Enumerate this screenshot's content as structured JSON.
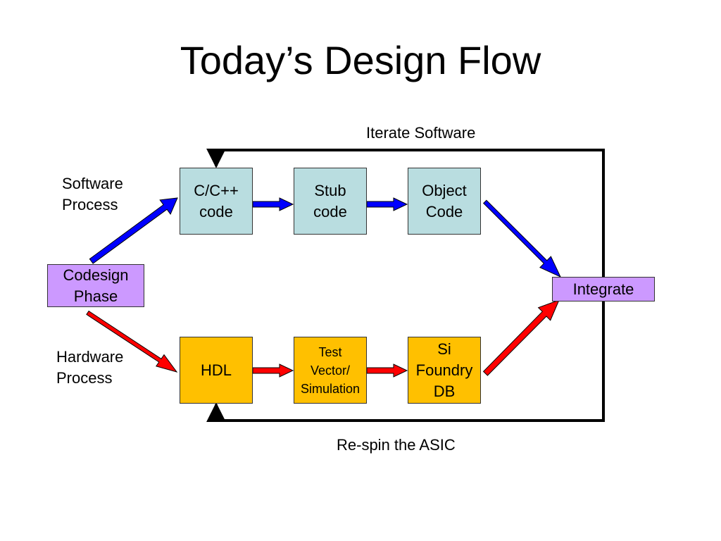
{
  "title": "Today’s Design Flow",
  "software_process": [
    "Software",
    "Process"
  ],
  "hardware_process": [
    "Hardware",
    "Process"
  ],
  "iterate_label": "Iterate Software",
  "respin_label": "Re-spin the ASIC",
  "nodes": {
    "codesign": [
      "Codesign",
      "Phase"
    ],
    "cpp": [
      "C/C++",
      "code"
    ],
    "stub": [
      "Stub",
      "code"
    ],
    "object": [
      "Object",
      "Code"
    ],
    "integrate": "Integrate",
    "hdl": "HDL",
    "test": [
      "Test",
      "Vector/",
      "Simulation"
    ],
    "si": [
      "Si",
      "Foundry",
      "DB"
    ]
  },
  "colors": {
    "software_box": "#b9dde0",
    "hardware_box": "#ffc000",
    "phase_box": "#cc99ff",
    "software_arrow": "#0000ff",
    "hardware_arrow": "#ff0000"
  }
}
